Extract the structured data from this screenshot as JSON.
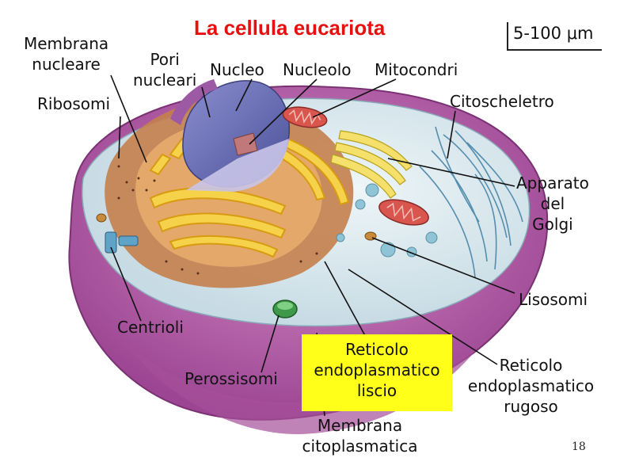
{
  "title": "La cellula eucariota",
  "scale": "5-100 μm",
  "page_number": "18",
  "labels": {
    "membrana_nucleare": [
      "Membrana",
      "nucleare"
    ],
    "pori_nucleari": [
      "Pori",
      "nucleari"
    ],
    "nucleo": "Nucleo",
    "nucleolo": "Nucleolo",
    "mitocondri": "Mitocondri",
    "ribosomi": "Ribosomi",
    "citoscheletro": "Citoscheletro",
    "apparato_golgi": [
      "Apparato",
      "del",
      "Golgi"
    ],
    "lisosomi": "Lisosomi",
    "centrioli": "Centrioli",
    "reticolo_liscio": [
      "Reticolo",
      "endoplasmatico",
      "liscio"
    ],
    "reticolo_rugoso": [
      "Reticolo",
      "endoplasmatico",
      "rugoso"
    ],
    "perossisomi": "Perossisomi",
    "membrana_citoplasmatica": [
      "Membrana",
      "citoplasmatica"
    ]
  },
  "colors": {
    "title": "#e8100f",
    "highlight": "#ffff1a",
    "cell_outer": "#b95fa6",
    "cytoplasm": "#dbe8ee",
    "nucleus": "#6e74b8",
    "er": "#f1c232"
  }
}
